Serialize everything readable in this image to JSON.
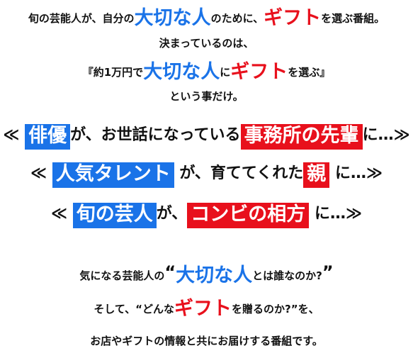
{
  "colors": {
    "accent_blue": "#1a73e8",
    "accent_red": "#e8101c",
    "text": "#111111",
    "background": "#ffffff"
  },
  "intro": {
    "line1": {
      "a": "旬の芸能人が、自分の",
      "b": "大切な人",
      "c": "のために、",
      "d": "ギフト",
      "e": "を選ぶ番組。"
    },
    "line2": "決まっているのは、",
    "line3": {
      "a": "『約1万円で",
      "b": "大切な人",
      "c": "に",
      "d": "ギフト",
      "e": "を選ぶ』"
    },
    "line4": "という事だけ。"
  },
  "examples": {
    "row1": {
      "open": "≪",
      "subject": "俳優",
      "middle": "が、お世話になっている",
      "target": "事務所の先輩",
      "tail": "に…",
      "close": "≫"
    },
    "row2": {
      "open": "≪",
      "subject": "人気タレント",
      "middle": "が、育ててくれた",
      "target": "親",
      "tail": "に…",
      "close": "≫"
    },
    "row3": {
      "open": "≪",
      "subject": "旬の芸人",
      "middle": "が、",
      "target": "コンビの相方",
      "tail": "に…",
      "close": "≫"
    }
  },
  "outro": {
    "line1": {
      "a": "気になる芸能人の",
      "q_open": "“",
      "b": "大切な人",
      "c": "とは誰なのか?",
      "q_close": "”"
    },
    "line2": {
      "a": "そして、“どんな",
      "b": "ギフト",
      "c": "を贈るのか?”を、"
    },
    "line3": "お店やギフトの情報と共にお届けする番組です。"
  }
}
